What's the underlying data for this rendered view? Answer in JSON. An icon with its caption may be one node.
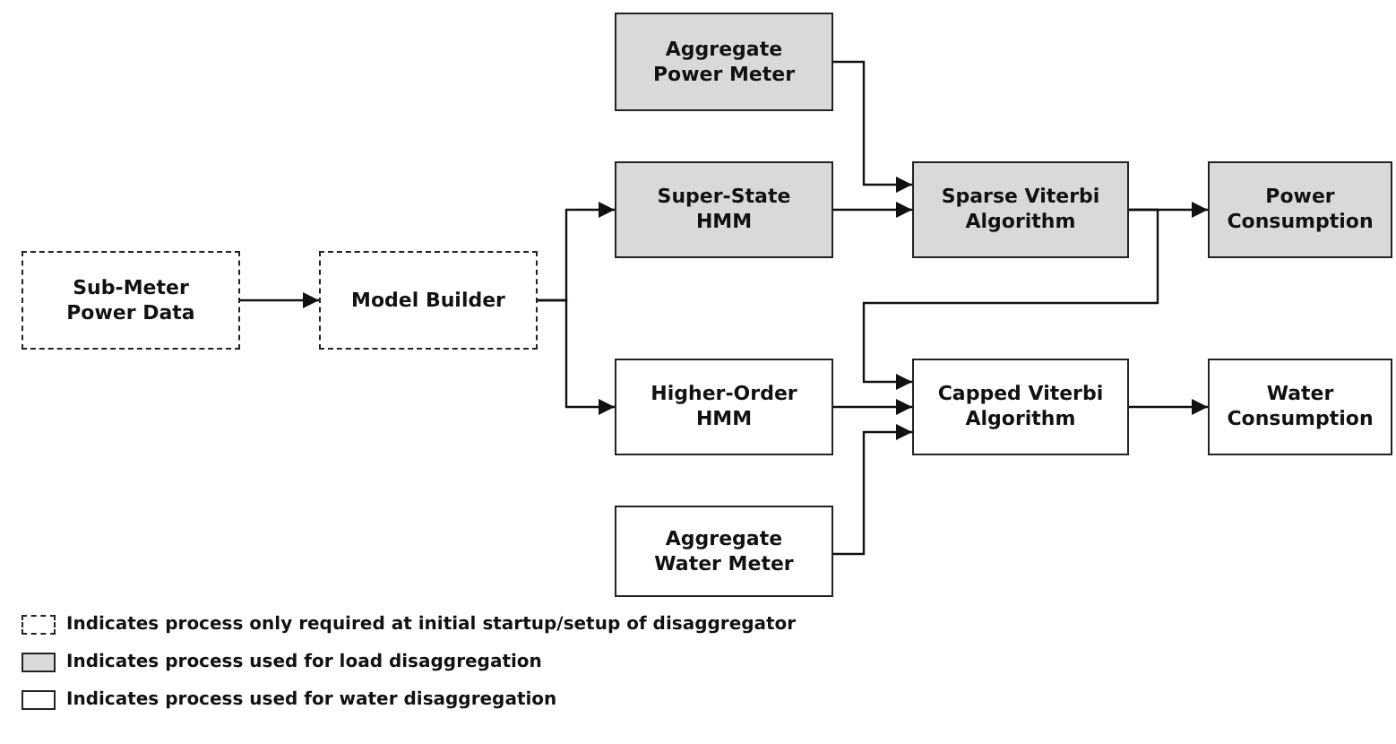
{
  "diagram": {
    "nodes": [
      {
        "text": [
          "Aggregate Power Meter"
        ]
      },
      {
        "text": [
          "Super-State HMM"
        ]
      },
      {
        "text": [
          "Sparse Viterbi Algorithm"
        ]
      },
      {
        "text": [
          "Power Consumption"
        ]
      },
      {
        "text": [
          "Sub-Meter Power Data"
        ]
      },
      {
        "text": [
          "Model Builder"
        ]
      },
      {
        "text": [
          "Higher-Order HMM"
        ]
      },
      {
        "text": [
          "Capped Viterbi Algorithm"
        ]
      },
      {
        "text": [
          "Water Consumption"
        ]
      },
      {
        "text": [
          "Aggregate Water Meter"
        ]
      }
    ],
    "edges": [
      {
        "from": 4,
        "to": 5,
        "arrow": "to"
      },
      {
        "from": 5,
        "to": 1,
        "arrow": "to"
      },
      {
        "from": 5,
        "to": 6,
        "arrow": "to"
      },
      {
        "from": 0,
        "to": 2,
        "arrow": "to"
      },
      {
        "from": 1,
        "to": 2,
        "arrow": "to"
      },
      {
        "from": 2,
        "to": 3,
        "arrow": "to"
      },
      {
        "from": 2,
        "to": 7,
        "arrow": "to"
      },
      {
        "from": 6,
        "to": 7,
        "arrow": "to"
      },
      {
        "from": 9,
        "to": 7,
        "arrow": "to"
      },
      {
        "from": 7,
        "to": 8,
        "arrow": "to"
      }
    ],
    "legend": [
      {
        "text": "Indicates process only required at initial startup/setup of disaggregator"
      },
      {
        "text": "Indicates process used for load disaggregation",
        "color": "#d9d9d9"
      },
      {
        "text": "Indicates process used for water disaggregation",
        "color": "#ffffff"
      }
    ]
  }
}
